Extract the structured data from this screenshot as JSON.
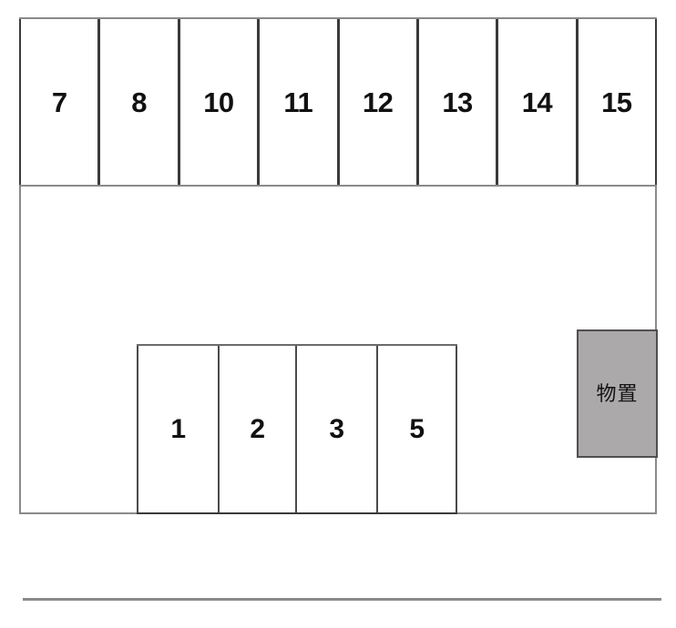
{
  "diagram": {
    "title": "parking-lot-layout",
    "colors": {
      "outline": "#8a8a8a",
      "stall_border": "#3a3a3a",
      "storage_fill": "#aba9a9",
      "storage_border": "#4f4f4f",
      "text": "#111111",
      "background": "#ffffff"
    },
    "top_row": {
      "name": "upper-parking-row",
      "stalls": [
        {
          "label": "7"
        },
        {
          "label": "8"
        },
        {
          "label": "10"
        },
        {
          "label": "11"
        },
        {
          "label": "12"
        },
        {
          "label": "13"
        },
        {
          "label": "14"
        },
        {
          "label": "15"
        }
      ]
    },
    "lower_row": {
      "name": "lower-parking-row",
      "stalls": [
        {
          "label": "1"
        },
        {
          "label": "2"
        },
        {
          "label": "3"
        },
        {
          "label": "5"
        }
      ]
    },
    "storage": {
      "label": "物置"
    }
  }
}
